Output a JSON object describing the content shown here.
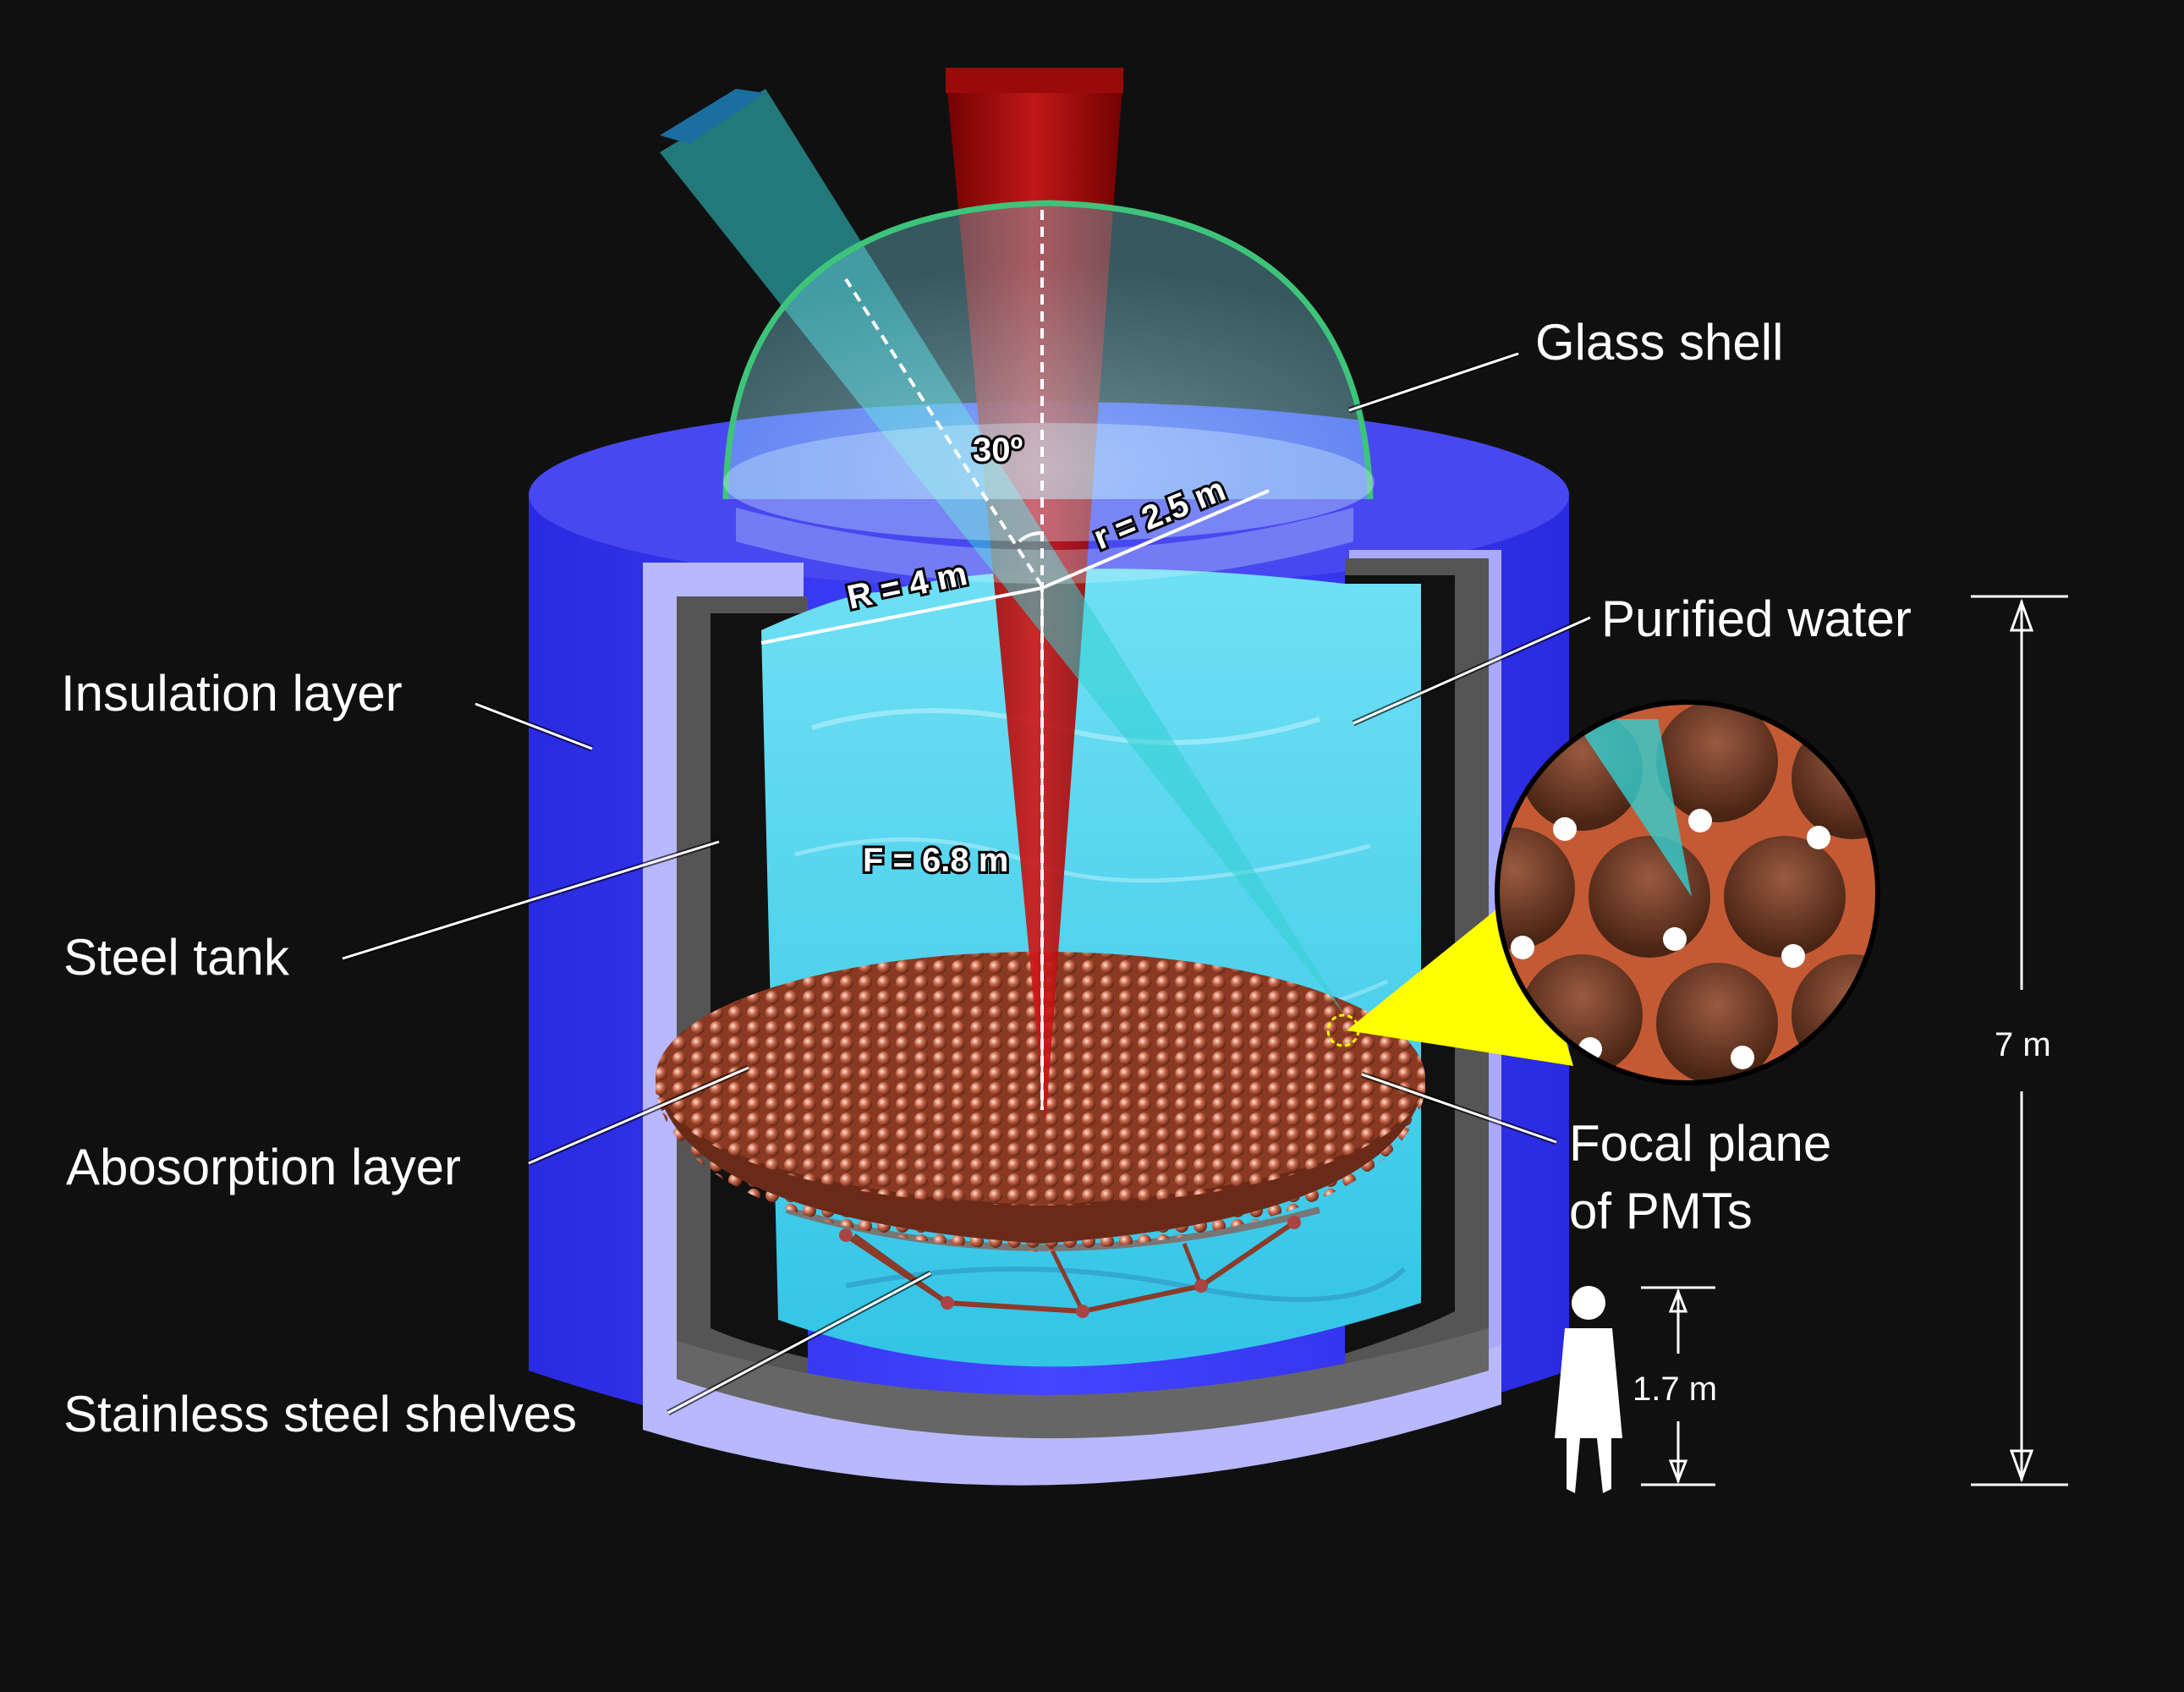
{
  "labels": {
    "glass_shell": "Glass shell",
    "purified_water": "Purified water",
    "insulation_layer": "Insulation layer",
    "steel_tank": "Steel tank",
    "absorption_layer": "Abosorption layer",
    "stainless_shelves": "Stainless steel shelves",
    "focal_plane_line1": "Focal plane",
    "focal_plane_line2": "of PMTs"
  },
  "dimensions": {
    "height": "7 m",
    "person_height": "1.7 m",
    "angle": "30º",
    "big_radius": "R = 4 m",
    "small_radius": "r = 2.5 m",
    "focal_length": "F = 6.8 m"
  },
  "colors": {
    "background": "#101010",
    "insulation": "#3a3af5",
    "insulation_inner": "#b8b8ff",
    "water": "#4fd2ec",
    "red_beam": "#c01010",
    "cyan_beam": "#2fc8c8",
    "pmt": "#c8664a",
    "glass_rim": "#3ec47a",
    "cone": "#ffff00"
  },
  "icons": {
    "person": "person-silhouette-icon"
  }
}
